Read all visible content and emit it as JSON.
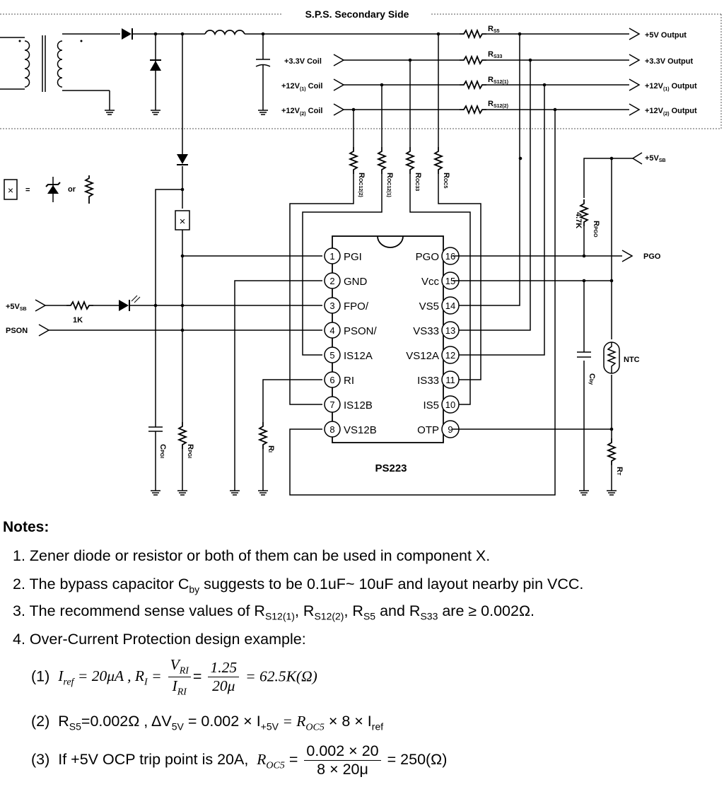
{
  "diagram": {
    "section_title": "S.P.S. Secondary Side",
    "ic_name": "PS223",
    "pins_left": [
      {
        "num": "1",
        "name": "PGI"
      },
      {
        "num": "2",
        "name": "GND"
      },
      {
        "num": "3",
        "name": "FPO/"
      },
      {
        "num": "4",
        "name": "PSON/"
      },
      {
        "num": "5",
        "name": "IS12A"
      },
      {
        "num": "6",
        "name": "RI"
      },
      {
        "num": "7",
        "name": "IS12B"
      },
      {
        "num": "8",
        "name": "VS12B"
      }
    ],
    "pins_right": [
      {
        "num": "16",
        "name": "PGO"
      },
      {
        "num": "15",
        "name": "Vcc"
      },
      {
        "num": "14",
        "name": "VS5"
      },
      {
        "num": "13",
        "name": "VS33"
      },
      {
        "num": "12",
        "name": "VS12A"
      },
      {
        "num": "11",
        "name": "IS33"
      },
      {
        "num": "10",
        "name": "IS5"
      },
      {
        "num": "9",
        "name": "OTP"
      }
    ],
    "coils": {
      "c33": "+3.3V Coil",
      "c12a": "+12V",
      "c12a_sub": "(1)",
      "c12a_tail": " Coil",
      "c12b": "+12V",
      "c12b_sub": "(2)",
      "c12b_tail": " Coil"
    },
    "outputs": {
      "o5": "+5V Output",
      "o33": "+3.3V Output",
      "o12a": "+12V",
      "o12a_sub": "(1)",
      "o12a_tail": " Output",
      "o12b": "+12V",
      "o12b_sub": "(2)",
      "o12b_tail": " Output"
    },
    "sense_resistors": {
      "r5": "R",
      "r5_sub": "S5",
      "r33": "R",
      "r33_sub": "S33",
      "r12a": "R",
      "r12a_sub": "S12(1)",
      "r12b": "R",
      "r12b_sub": "S12(2)"
    },
    "roc": {
      "a": "R",
      "a_sub": "OC12(2)",
      "b": "R",
      "b_sub": "OC12(1)",
      "c": "R",
      "c_sub": "OC33",
      "d": "R",
      "d_sub": "OC5"
    },
    "misc": {
      "vsb_right": "+5V",
      "vsb_right_sub": "SB",
      "vsb_left": "+5V",
      "vsb_left_sub": "SB",
      "pson": "PSON",
      "r1k": "1K",
      "pgo": "PGO",
      "ntc": "NTC",
      "rpgo": "R",
      "rpgo_sub": "PGO",
      "rpgo_val": "4.7K",
      "cby": "C",
      "cby_sub": "by",
      "cpgi": "C",
      "cpgi_sub": "PGI",
      "rpgi": "R",
      "rpgi_sub": "PGI",
      "ri": "R",
      "ri_sub": "I",
      "rt": "R",
      "rt_sub": "T",
      "legend_eq": "=",
      "legend_or": "or",
      "x": "×"
    }
  },
  "notes": {
    "title": "Notes:",
    "n1": "1. Zener diode or resistor or both of them can be used in component X.",
    "n2_a": "2. The bypass capacitor C",
    "n2_sub": "by",
    "n2_b": " suggests to be 0.1uF~ 10uF and layout nearby pin VCC.",
    "n3_a": "3. The recommend sense values of R",
    "n3_s1": "S12(1)",
    "n3_b": ", R",
    "n3_s2": "S12(2)",
    "n3_c": ", R",
    "n3_s3": "S5",
    "n3_d": " and R",
    "n3_s4": "S33",
    "n3_e": " are ≥ 0.002Ω.",
    "n4": "4. Over-Current Protection design example:",
    "e1_idx": "(1)",
    "e1_lhs": "I",
    "e1_lhs_sub": "ref",
    "e1_a": " = 20μA , R",
    "e1_a_sub": "I",
    "e1_eq": " =",
    "e1_f1_num": "V",
    "e1_f1_num_sub": "RI",
    "e1_f1_den": "I",
    "e1_f1_den_sub": "RI",
    "e1_f2_num": "1.25",
    "e1_f2_den": "20μ",
    "e1_res": "= 62.5K(Ω)",
    "e2_idx": "(2)",
    "e2_a": "R",
    "e2_a_sub": "S5",
    "e2_b": "=0.002Ω , ΔV",
    "e2_b_sub": "5V",
    "e2_c": " = 0.002 × I",
    "e2_c_sub": "+5V",
    "e2_d": " = R",
    "e2_d_sub": "OC5",
    "e2_e": " × 8 × I",
    "e2_e_sub": "ref",
    "e3_idx": "(3)",
    "e3_a": "If +5V OCP trip point is 20A,",
    "e3_b": "R",
    "e3_b_sub": "OC5",
    "e3_eq": "=",
    "e3_num": "0.002 × 20",
    "e3_den": "8 × 20μ",
    "e3_res": "= 250(Ω)"
  }
}
